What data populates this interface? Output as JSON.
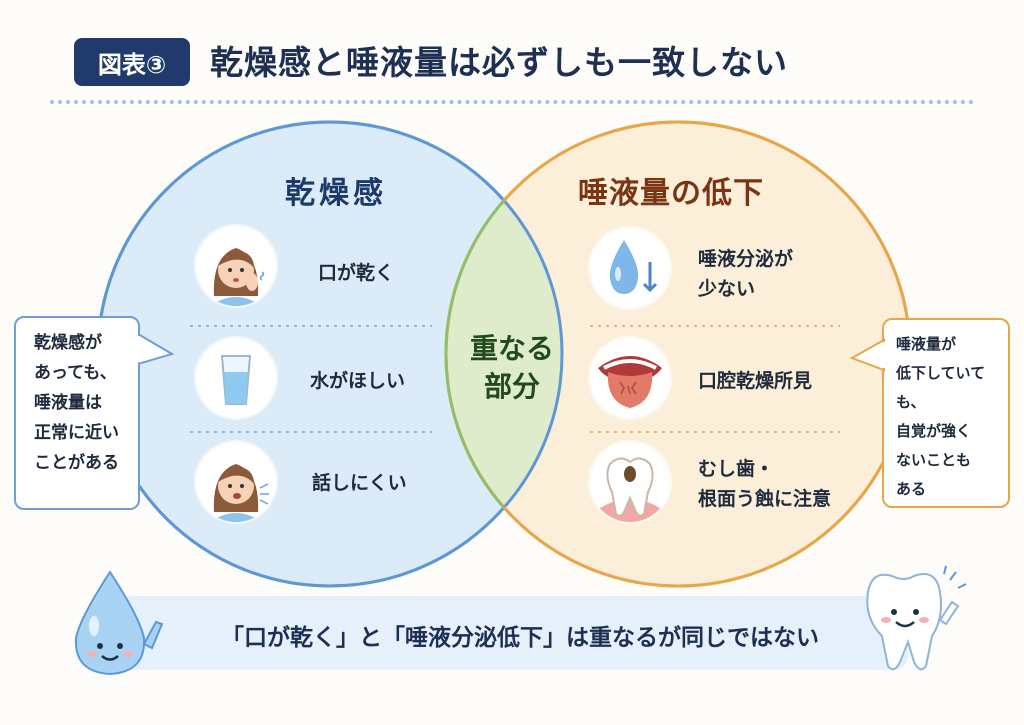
{
  "header": {
    "badge": "図表③",
    "title": "乾燥感と唾液量は必ずしも一致しない"
  },
  "left_circle": {
    "heading": "乾燥感",
    "items": [
      {
        "label": "口が乾く",
        "icon": "woman-touching-mouth-icon"
      },
      {
        "label": "水がほしい",
        "icon": "water-glass-icon"
      },
      {
        "label": "話しにくい",
        "icon": "woman-talking-icon"
      }
    ]
  },
  "overlap": {
    "line1": "重なる",
    "line2": "部分"
  },
  "right_circle": {
    "heading": "唾液量の低下",
    "items": [
      {
        "line1": "唾液分泌が",
        "line2": "少ない",
        "icon": "water-drop-down-icon"
      },
      {
        "line1": "口腔乾燥所見",
        "line2": "",
        "icon": "dry-tongue-icon"
      },
      {
        "line1": "むし歯・",
        "line2": "根面う蝕に注意",
        "icon": "decayed-tooth-icon"
      }
    ]
  },
  "note_left": [
    "乾燥感が",
    "あっても、",
    "唾液量は",
    "正常に近い",
    "ことがある"
  ],
  "note_right": [
    "唾液量が",
    "低下していても、",
    "自覚が強く",
    "ないことも",
    "ある"
  ],
  "banner": {
    "text": "「口が乾く」と「唾液分泌低下」は重なるが同じではない"
  },
  "colors": {
    "left_circle_fill": "#dcebf8",
    "left_circle_stroke": "#5e97d6",
    "right_circle_fill": "#fbefd9",
    "right_circle_stroke": "#e8a648",
    "overlap_fill": "#dfeccc",
    "title": "#1d2f52",
    "badge_bg": "#1f3a6b"
  }
}
